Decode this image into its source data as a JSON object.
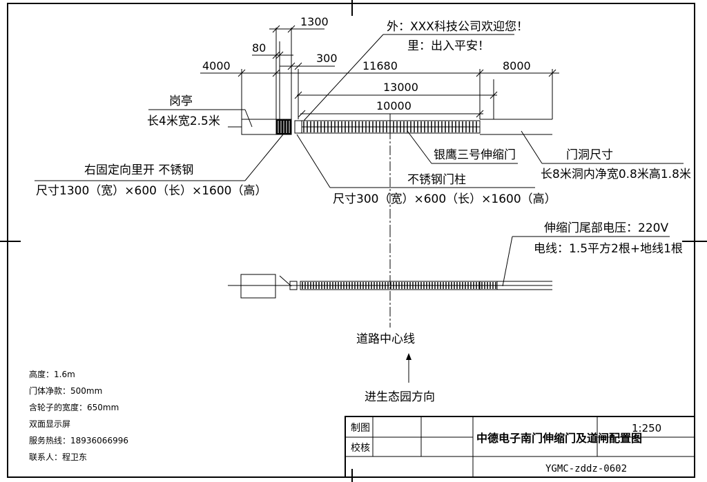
{
  "signs": {
    "outer": "外：XXX科技公司欢迎您！",
    "inner": "里：出入平安！"
  },
  "dimensions": {
    "d1300": "1300",
    "d80": "80",
    "d300": "300",
    "d4000": "4000",
    "d11680": "11680",
    "d8000": "8000",
    "d13000": "13000",
    "d10000": "10000"
  },
  "labels": {
    "booth_title": "岗亭",
    "booth_size": "长4米宽2.5米",
    "gate_model": "银鹰三号伸缩门",
    "opening_title": "门洞尺寸",
    "opening_size": "长8米洞内净宽0.8米高1.8米",
    "fixed_title": "右固定向里开 不锈钢",
    "fixed_size": "尺寸1300（宽）×600（长）×1600（高）",
    "post_title": "不锈钢门柱",
    "post_size": "尺寸300（宽）×600（长）×1600（高）",
    "voltage": "伸缩门尾部电压：220V",
    "wire": "电线：1.5平方2根+地线1根",
    "road_center": "道路中心线",
    "entry_direction": "进生态园方向"
  },
  "specs": [
    "高度：1.6m",
    "门体净款：500mm",
    "含轮子的宽度：650mm",
    "双面显示屏",
    "服务热线：18936066996",
    "联系人：程卫东"
  ],
  "title_block": {
    "drawn": "制图",
    "checked": "校核",
    "title": "中德电子南门伸缩门及道闸配置图",
    "scale": "1:250",
    "code": "YGMC-zddz-0602"
  }
}
